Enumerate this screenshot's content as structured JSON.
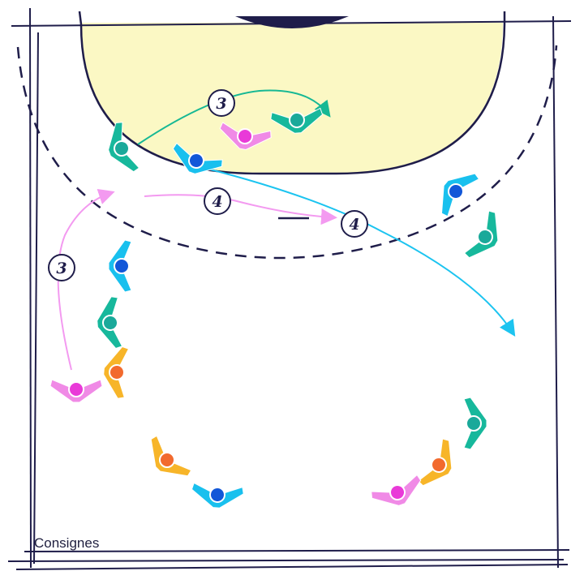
{
  "diagram": {
    "caption": "Consignes",
    "colors": {
      "line": "#1f1d4a",
      "zone_fill": "#fbf8c4",
      "teal": "#17b89c",
      "pink": "#f08ae6",
      "blue": "#19c0ee",
      "pink_arrow": "#f39af0",
      "blue_arrow": "#1cc4f0",
      "teal_arrow": "#16b894",
      "orange": "#f7b529",
      "dot_teal": "#1aa99a",
      "dot_pink": "#e93ad8",
      "dot_blue": "#1257d8",
      "dot_orange": "#f26a2e"
    },
    "step_labels": [
      "3",
      "4",
      "4",
      "3"
    ],
    "players": [
      {
        "id": "teal-defender-left",
        "color": "teal"
      },
      {
        "id": "pink-defender-middle",
        "color": "pink"
      },
      {
        "id": "teal-defender-right",
        "color": "teal"
      },
      {
        "id": "blue-pivot",
        "color": "blue"
      },
      {
        "id": "blue-wing-right",
        "color": "blue"
      },
      {
        "id": "teal-wing-right",
        "color": "teal"
      },
      {
        "id": "blue-back-left",
        "color": "blue"
      },
      {
        "id": "teal-back-left",
        "color": "teal"
      },
      {
        "id": "orange-back-left",
        "color": "orange"
      },
      {
        "id": "pink-back-left",
        "color": "pink"
      },
      {
        "id": "orange-bottom-left",
        "color": "orange"
      },
      {
        "id": "blue-bottom-left",
        "color": "blue"
      },
      {
        "id": "teal-bottom-right",
        "color": "teal"
      },
      {
        "id": "orange-bottom-right",
        "color": "orange"
      },
      {
        "id": "pink-bottom-right",
        "color": "pink"
      }
    ]
  }
}
